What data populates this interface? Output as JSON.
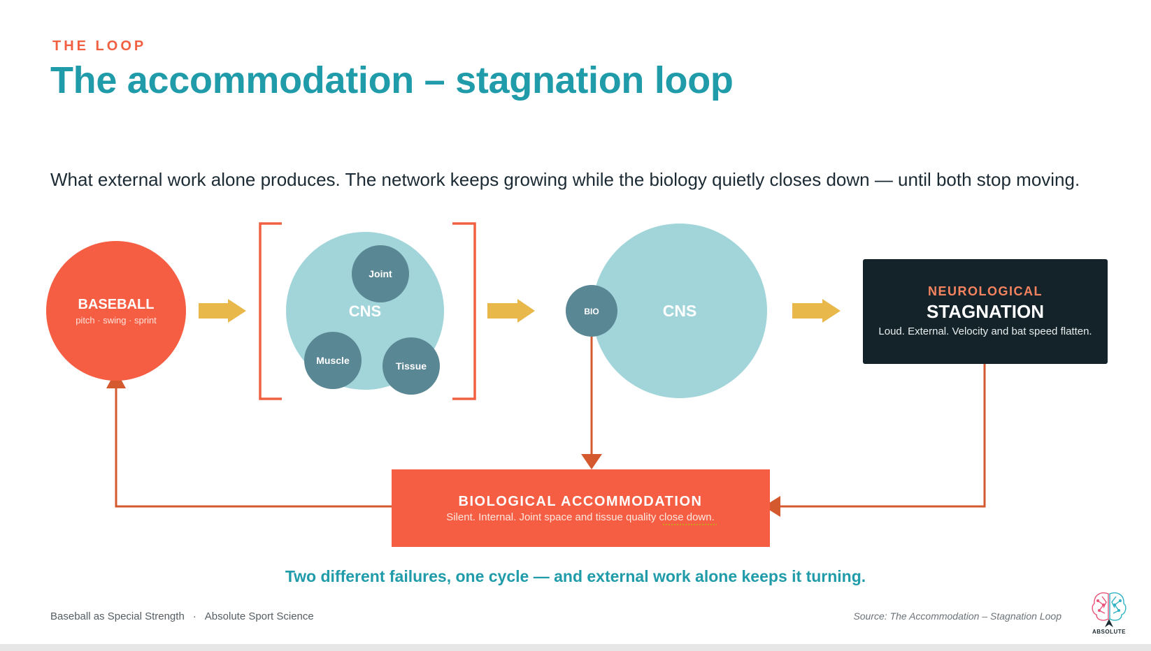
{
  "header": {
    "kicker": "THE LOOP",
    "title": "The accommodation – stagnation loop",
    "subtitle": "What external work alone produces. The network keeps growing while the biology quietly closes down — until both stop moving."
  },
  "diagram": {
    "baseball": {
      "title": "BASEBALL",
      "subtitle": "pitch · swing · sprint"
    },
    "cluster": {
      "center_label": "CNS",
      "nodes": {
        "joint": "Joint",
        "muscle": "Muscle",
        "tissue": "Tissue"
      }
    },
    "grown": {
      "center_label": "CNS",
      "small_label": "BIO"
    },
    "stagnation": {
      "kicker": "NEUROLOGICAL",
      "title": "STAGNATION",
      "desc": "Loud. External. Velocity and bat speed flatten."
    },
    "accommodation": {
      "title": "BIOLOGICAL ACCOMMODATION",
      "desc": "Silent. Internal. Joint space and tissue quality close down."
    }
  },
  "tagline": "Two different failures, one cycle — and external work alone keeps it turning.",
  "footer": {
    "left_a": "Baseball as Special Strength",
    "separator": "·",
    "left_b": "Absolute Sport Science",
    "source": "Source: The Accommodation – Stagnation Loop",
    "logo_text": "ABSOLUTE"
  },
  "colors": {
    "coral": "#f26042",
    "teal": "#1f9ba9",
    "light_teal": "#a2d5da",
    "slate": "#5a8794",
    "gold": "#e8b84b",
    "dark": "#132329",
    "brown_line": "#d4592f"
  }
}
